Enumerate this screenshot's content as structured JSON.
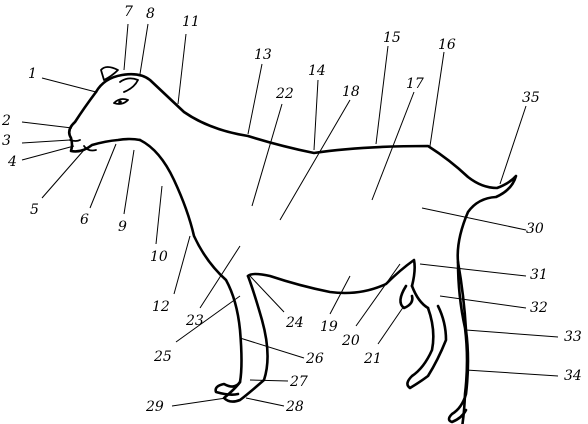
{
  "diagram": {
    "callouts": [
      "1",
      "2",
      "3",
      "4",
      "5",
      "6",
      "7",
      "8",
      "9",
      "10",
      "11",
      "12",
      "13",
      "14",
      "15",
      "16",
      "17",
      "18",
      "19",
      "20",
      "21",
      "22",
      "23",
      "24",
      "25",
      "26",
      "27",
      "28",
      "29",
      "30",
      "31",
      "32",
      "33",
      "34",
      "35"
    ]
  }
}
